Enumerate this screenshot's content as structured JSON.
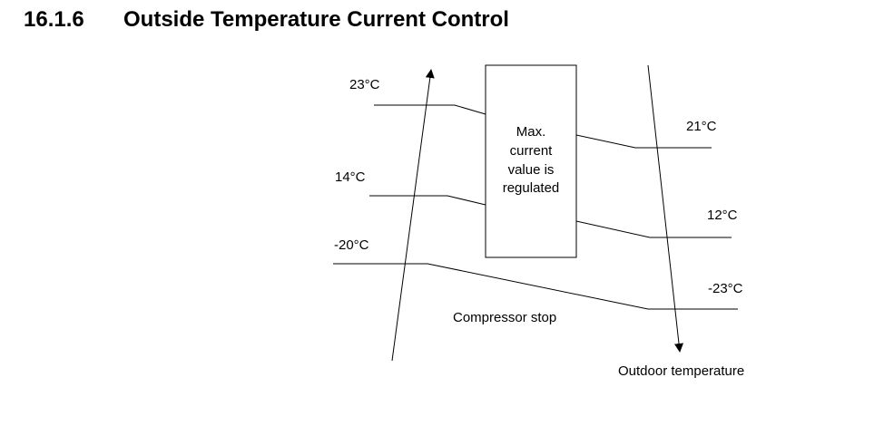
{
  "section": {
    "number": "16.1.6",
    "title": "Outside Temperature Current Control"
  },
  "diagram": {
    "rising_thresholds": [
      "23°C",
      "14°C",
      "-20°C"
    ],
    "falling_thresholds": [
      "21°C",
      "12°C",
      "-23°C"
    ],
    "box_label_lines": [
      "Max.",
      "current",
      "value is",
      "regulated"
    ],
    "compressor_stop_label": "Compressor stop",
    "axis_label": "Outdoor temperature"
  }
}
